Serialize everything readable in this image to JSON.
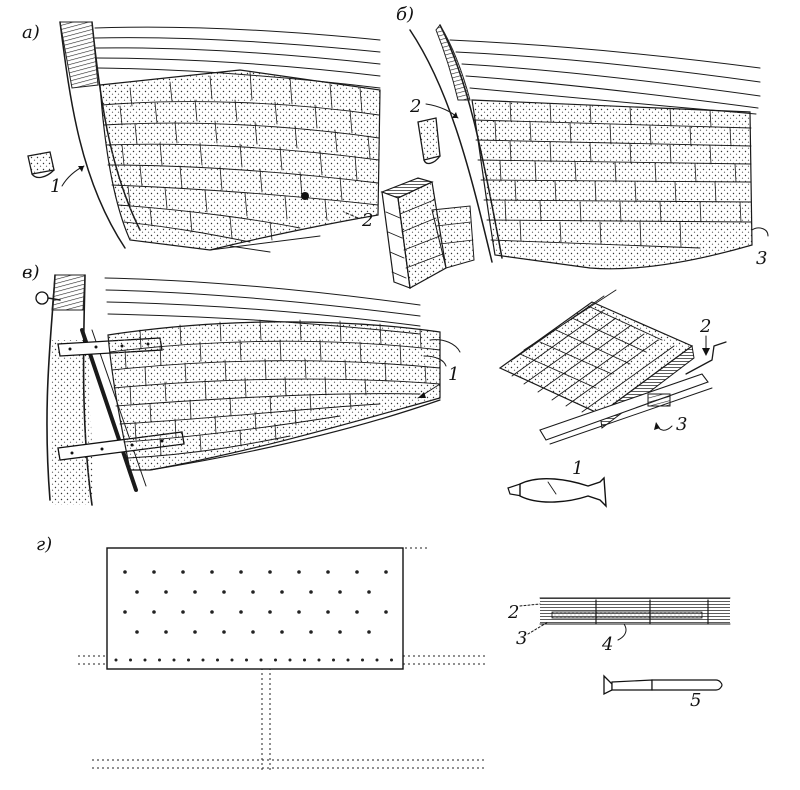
{
  "panels": {
    "a": {
      "letter": "а)",
      "callouts": [
        "1",
        "2"
      ]
    },
    "b": {
      "letter": "б)",
      "callouts": [
        "2",
        "3"
      ]
    },
    "v": {
      "letter": "в)",
      "callouts": [
        "1",
        "2",
        "3",
        "1"
      ]
    },
    "g": {
      "letter": "г)",
      "callouts": [
        "2",
        "3",
        "4",
        "5"
      ]
    }
  }
}
